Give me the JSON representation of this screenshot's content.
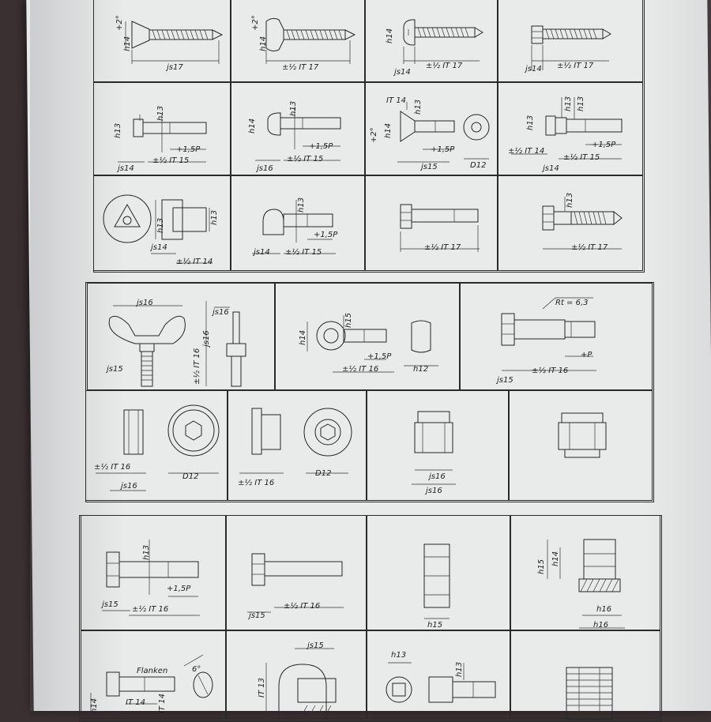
{
  "sheet": {
    "panel1": {
      "row1": [
        {
          "labels": {
            "a": "+2°",
            "b": "h14",
            "c": "js17"
          }
        },
        {
          "labels": {
            "a": "+2°",
            "b": "h14",
            "c": "±½ IT 17"
          }
        },
        {
          "labels": {
            "a": "h14",
            "b": "js14",
            "c": "±½ IT 17"
          }
        },
        {
          "labels": {
            "a": "js14",
            "b": "±½ IT 17"
          }
        }
      ],
      "row2": [
        {
          "labels": {
            "a": "h13",
            "b": "h13",
            "c": "+1,5P",
            "d": "js14",
            "e": "±½ IT 15"
          }
        },
        {
          "labels": {
            "a": "h14",
            "b": "h13",
            "c": "+1,5P",
            "d": "js16",
            "e": "±½ IT 15"
          }
        },
        {
          "labels": {
            "a": "IT 14",
            "b": "h13",
            "c": "+2°",
            "d": "h14",
            "e": "+1,5P",
            "f": "js15",
            "g": "D12"
          }
        },
        {
          "labels": {
            "a": "h13",
            "b": "h13",
            "c": "h13",
            "d": "+1,5P",
            "e": "±½ IT 14",
            "f": "±½ IT 15",
            "g": "js14"
          }
        }
      ],
      "row3": [
        {
          "labels": {
            "a": "h13",
            "b": "h13",
            "c": "js14",
            "d": "±½ IT 14"
          }
        },
        {
          "labels": {
            "a": "h13",
            "b": "+1,5P",
            "c": "js14",
            "d": "±½ IT 15"
          }
        },
        {
          "labels": {
            "a": "±½ IT 17"
          }
        },
        {
          "labels": {
            "a": "h13",
            "b": "±½ IT 17"
          }
        }
      ]
    },
    "panel2": {
      "row1": [
        {
          "labels": {
            "a": "js16",
            "b": "js16",
            "c": "js16",
            "d": "±½ IT 16",
            "e": "js15"
          }
        },
        {
          "labels": {
            "a": "h14",
            "b": "h15",
            "c": "+1,5P",
            "d": "±½ IT 16",
            "e": "h12"
          }
        },
        {
          "labels": {
            "a": "Rt = 6,3",
            "b": "+P",
            "c": "js15",
            "d": "±½ IT 16"
          }
        }
      ],
      "row2": [
        {
          "labels": {
            "a": "±½ IT 16",
            "b": "js16",
            "c": "D12"
          }
        },
        {
          "labels": {
            "a": "±½ IT 16",
            "b": "D12"
          }
        },
        {
          "labels": {
            "a": "js16",
            "b": "js16"
          }
        },
        {
          "labels": {}
        }
      ]
    },
    "panel3": {
      "row1": [
        {
          "labels": {
            "a": "h13",
            "b": "+1,5P",
            "c": "js15",
            "d": "±½ IT 16"
          }
        },
        {
          "labels": {
            "a": "js15",
            "b": "±½ IT 16"
          }
        },
        {
          "labels": {
            "a": "h15"
          }
        },
        {
          "labels": {
            "a": "h15",
            "b": "h14",
            "c": "h16",
            "d": "h16"
          }
        }
      ],
      "row2": [
        {
          "labels": {
            "a": "Flanken",
            "b": "6°",
            "c": "IT 14",
            "d": "IT 14",
            "e": "h14"
          }
        },
        {
          "labels": {
            "a": "js15",
            "b": "IT 13"
          }
        },
        {
          "labels": {
            "a": "h13",
            "b": "h13"
          }
        },
        {
          "labels": {}
        }
      ]
    }
  }
}
